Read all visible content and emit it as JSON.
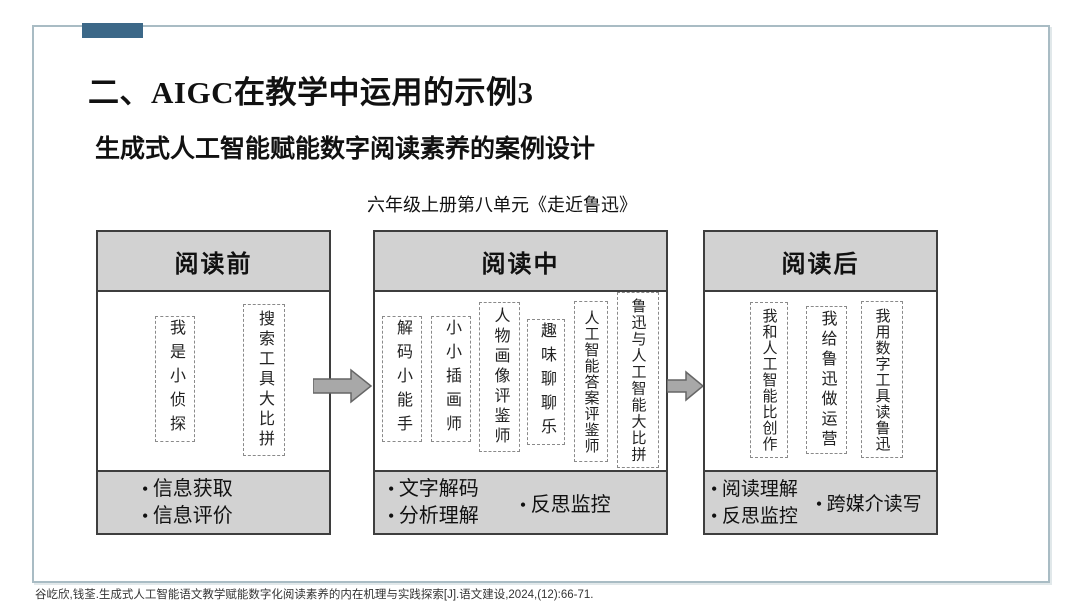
{
  "slide": {
    "title": "二、AIGC在教学中运用的示例3",
    "subtitle": "生成式人工智能赋能数字阅读素养的案例设计",
    "diagram_caption": "六年级上册第八单元《走近鲁迅》",
    "citation": "谷屹欣,钱荃.生成式人工智能语文教学赋能数字化阅读素养的内在机理与实践探索[J].语文建设,2024,(12):66-71.",
    "accent_color": "#3c6888"
  },
  "diagram": {
    "header_bg": "#d2d2d2",
    "footer_bg": "#d2d2d2",
    "panel_border_color": "#3e3e3e",
    "arrow_fill_color": "#a8a8a8",
    "arrow_stroke_color": "#666666",
    "panels": [
      {
        "header": "阅读前",
        "activities": [
          "我是小侦探",
          "搜索工具大比拼"
        ],
        "footer_columns": [
          [
            "信息获取",
            "信息评价"
          ]
        ]
      },
      {
        "header": "阅读中",
        "activities": [
          "解码小能手",
          "小小插画师",
          "人物画像评鉴师",
          "趣味聊聊乐",
          "人工智能答案评鉴师",
          "鲁迅与人工智能大比拼"
        ],
        "footer_columns": [
          [
            "文字解码",
            "分析理解"
          ],
          [
            "反思监控"
          ]
        ]
      },
      {
        "header": "阅读后",
        "activities": [
          "我和人工智能比创作",
          "我给鲁迅做运营",
          "我用数字工具读鲁迅"
        ],
        "footer_columns": [
          [
            "阅读理解",
            "反思监控"
          ],
          [
            "跨媒介读写"
          ]
        ]
      }
    ]
  }
}
